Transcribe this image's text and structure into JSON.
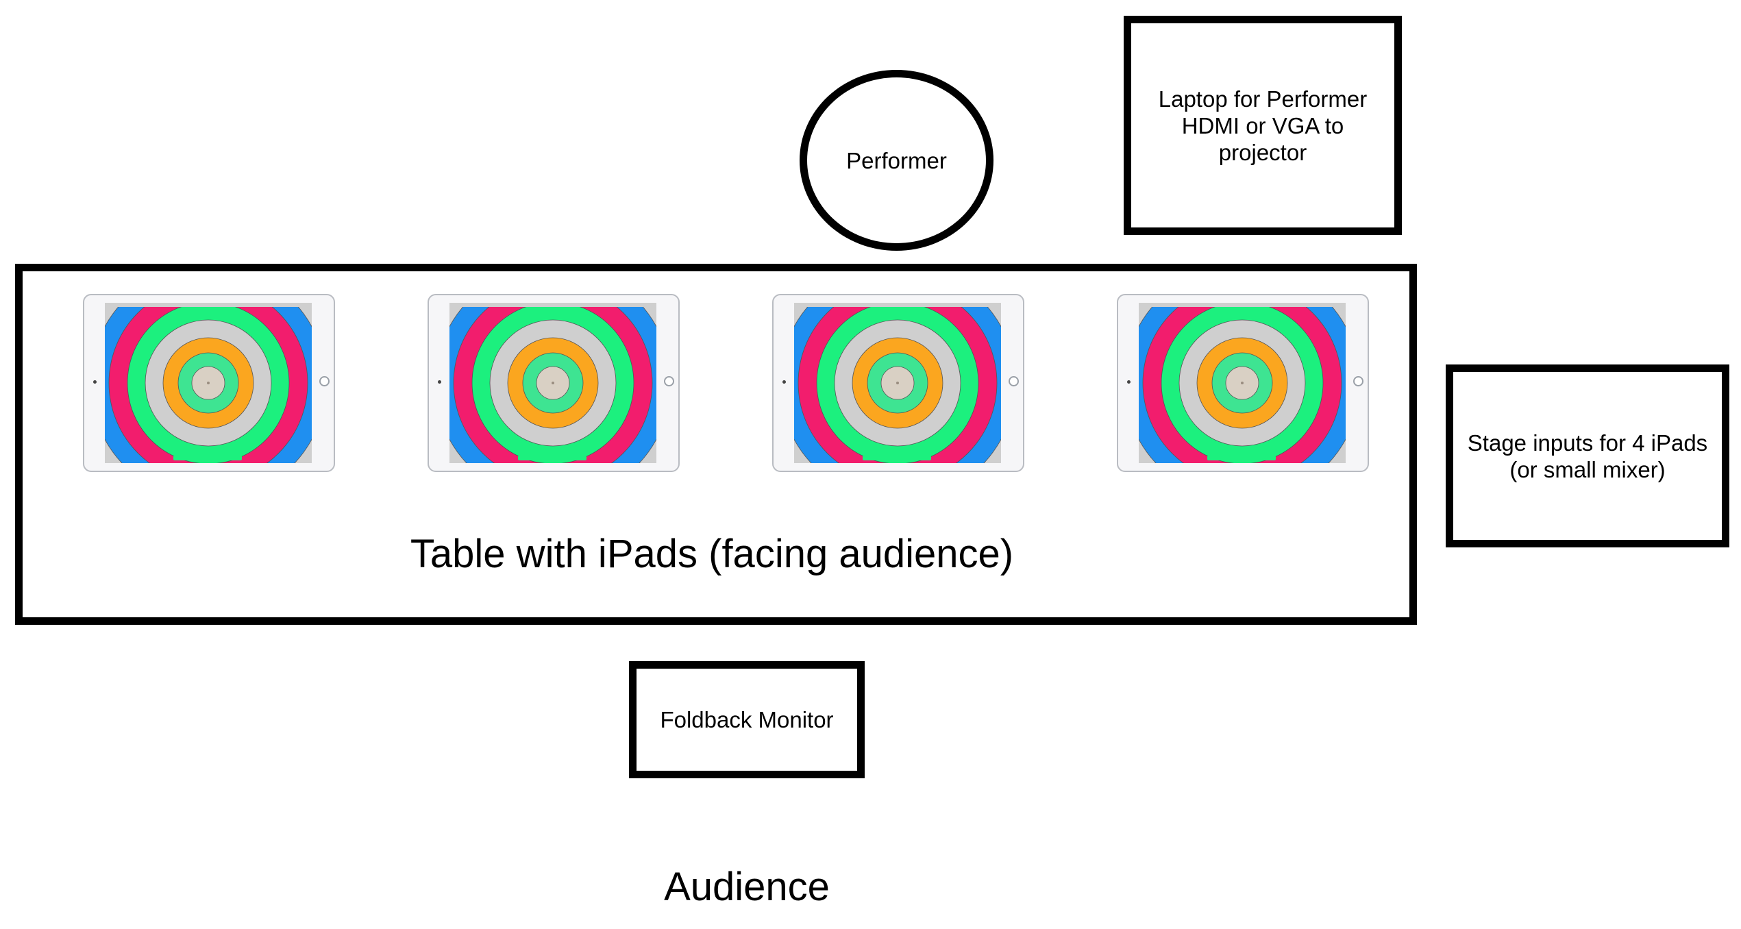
{
  "diagram": {
    "performer": "Performer",
    "laptop": "Laptop for Performer\nHDMI or VGA to\nprojector",
    "stage_inputs": "Stage inputs for 4 iPads\n(or small mixer)",
    "table": "Table with iPads (facing audience)",
    "foldback": "Foldback Monitor",
    "audience": "Audience"
  },
  "ipads": [
    {
      "id": 1
    },
    {
      "id": 2
    },
    {
      "id": 3
    },
    {
      "id": 4
    }
  ],
  "colors": {
    "outline": "#000000",
    "ring_blue": "#1f8ff0",
    "ring_pink": "#f21d6d",
    "ring_green": "#1cf07e",
    "ring_grey": "#cfcfcf",
    "ring_orange": "#fba61f",
    "ring_light_green": "#3ee492",
    "center": "#d9d0c4"
  }
}
